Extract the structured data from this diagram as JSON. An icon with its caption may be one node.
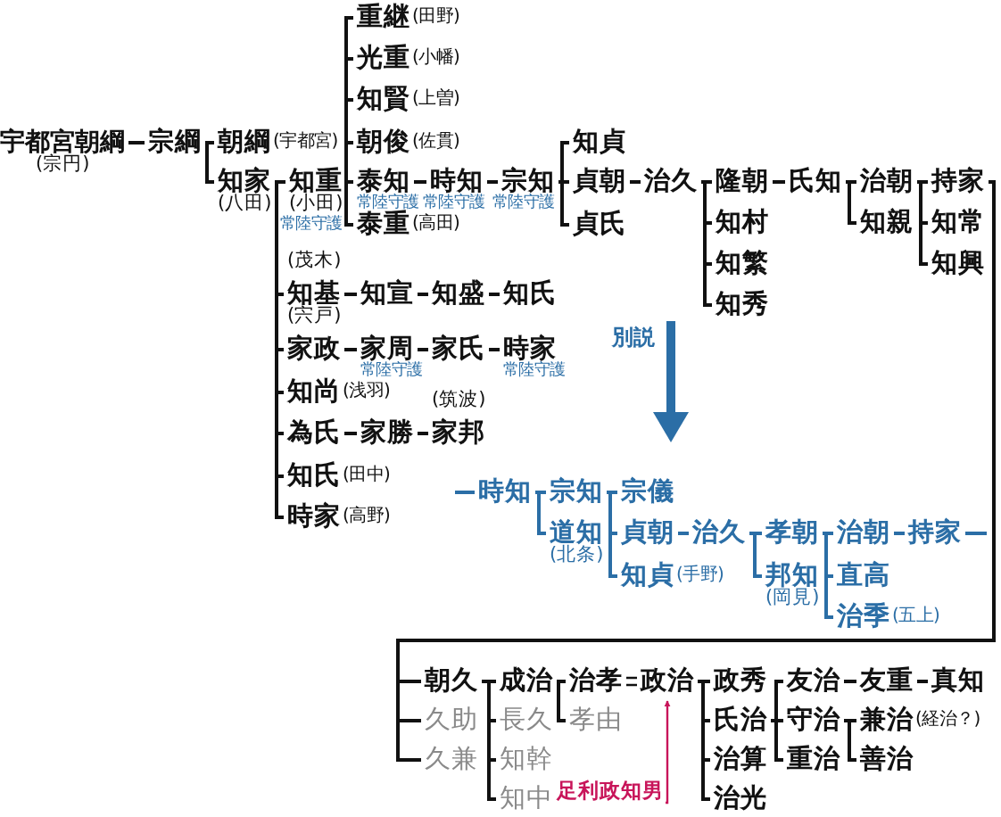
{
  "diagram": {
    "nodes": [
      {
        "text": [
          "宇都宮朝綱"
        ],
        "beside": [
          "(宗円)"
        ]
      },
      {
        "text": [
          "宗綱"
        ]
      },
      {
        "text": [
          "朝綱"
        ],
        "beside": [
          "(宇都宮)"
        ]
      },
      {
        "text": [
          "知家"
        ],
        "beside": [
          "(八田)"
        ]
      },
      {
        "text": [
          "知重"
        ],
        "beside": [
          "(小田)",
          "常陸守護"
        ]
      },
      {
        "text": [
          "重継"
        ],
        "beside": [
          "(田野)"
        ]
      },
      {
        "text": [
          "光重"
        ],
        "beside": [
          "(小幡)"
        ]
      },
      {
        "text": [
          "知賢"
        ],
        "beside": [
          "(上曽)"
        ]
      },
      {
        "text": [
          "朝俊"
        ],
        "beside": [
          "(佐貫)"
        ]
      },
      {
        "text": [
          "泰知"
        ],
        "beside": [
          "常陸守護"
        ]
      },
      {
        "text": [
          "泰重"
        ],
        "beside": [
          "(高田)"
        ]
      },
      {
        "text": [
          "時知"
        ],
        "beside": [
          "常陸守護"
        ]
      },
      {
        "text": [
          "宗知"
        ],
        "beside": [
          "常陸守護"
        ]
      },
      {
        "text": [
          "知貞"
        ]
      },
      {
        "text": [
          "貞朝"
        ]
      },
      {
        "text": [
          "貞氏"
        ]
      },
      {
        "text": [
          "治久"
        ]
      },
      {
        "text": [
          "隆朝"
        ]
      },
      {
        "text": [
          "知村"
        ]
      },
      {
        "text": [
          "知繁"
        ]
      },
      {
        "text": [
          "知秀"
        ]
      },
      {
        "text": [
          "氏知"
        ]
      },
      {
        "text": [
          "治朝"
        ]
      },
      {
        "text": [
          "知親"
        ]
      },
      {
        "text": [
          "持家"
        ]
      },
      {
        "text": [
          "知常"
        ]
      },
      {
        "text": [
          "知興"
        ]
      },
      {
        "text": [
          "知基"
        ],
        "beside": [
          "(茂木)"
        ]
      },
      {
        "text": [
          "知宣"
        ]
      },
      {
        "text": [
          "知盛"
        ]
      },
      {
        "text": [
          "知氏"
        ]
      },
      {
        "text": [
          "家政"
        ],
        "beside": [
          "(宍戸)"
        ]
      },
      {
        "text": [
          "家周"
        ],
        "beside": [
          "常陸守護"
        ]
      },
      {
        "text": [
          "家氏"
        ]
      },
      {
        "text": [
          "時家"
        ],
        "beside": [
          "常陸守護"
        ]
      },
      {
        "text": [
          "知尚"
        ],
        "beside": [
          "(浅羽)"
        ]
      },
      {
        "text": [
          "為氏"
        ]
      },
      {
        "text": [
          "家勝"
        ]
      },
      {
        "text": [
          "家邦"
        ],
        "beside": [
          "(筑波)"
        ]
      },
      {
        "text": [
          "知氏"
        ],
        "beside": [
          "(田中)"
        ]
      },
      {
        "text": [
          "時家"
        ],
        "beside": [
          "(高野)"
        ]
      },
      {
        "text": [
          "時知"
        ]
      },
      {
        "text": [
          "宗知"
        ]
      },
      {
        "text": [
          "道知"
        ],
        "beside": [
          "(北条)"
        ]
      },
      {
        "text": [
          "宗儀"
        ]
      },
      {
        "text": [
          "貞朝"
        ]
      },
      {
        "text": [
          "知貞"
        ],
        "beside": [
          "(手野)"
        ]
      },
      {
        "text": [
          "治久"
        ]
      },
      {
        "text": [
          "孝朝"
        ]
      },
      {
        "text": [
          "邦知"
        ],
        "beside": [
          "(岡見)"
        ]
      },
      {
        "text": [
          "治朝"
        ]
      },
      {
        "text": [
          "直高"
        ]
      },
      {
        "text": [
          "治季"
        ],
        "beside": [
          "(五上)"
        ]
      },
      {
        "text": [
          "持家"
        ]
      },
      {
        "text": [
          "朝久"
        ]
      },
      {
        "text": [
          "久助"
        ]
      },
      {
        "text": [
          "久兼"
        ]
      },
      {
        "text": [
          "成治"
        ]
      },
      {
        "text": [
          "長久"
        ]
      },
      {
        "text": [
          "知幹"
        ]
      },
      {
        "text": [
          "知中"
        ]
      },
      {
        "text": [
          "治孝"
        ]
      },
      {
        "text": [
          "孝由"
        ]
      },
      {
        "text": [
          "政治"
        ]
      },
      {
        "text": [
          "政秀"
        ]
      },
      {
        "text": [
          "氏治"
        ]
      },
      {
        "text": [
          "治算"
        ]
      },
      {
        "text": [
          "治光"
        ]
      },
      {
        "text": [
          "友治"
        ]
      },
      {
        "text": [
          "守治"
        ]
      },
      {
        "text": [
          "重治"
        ]
      },
      {
        "text": [
          "友重"
        ]
      },
      {
        "text": [
          "真知"
        ]
      },
      {
        "text": [
          "兼治"
        ],
        "beside": [
          "(経治？)"
        ]
      },
      {
        "text": [
          "善治"
        ]
      },
      {
        "text": [
          "足利政知男"
        ]
      }
    ],
    "edges": [
      {
        "from": 0,
        "to": 1,
        "arrow": "none"
      },
      {
        "from": 1,
        "to": 2,
        "arrow": "none"
      },
      {
        "from": 1,
        "to": 3,
        "arrow": "none"
      },
      {
        "from": 3,
        "to": 4,
        "arrow": "none"
      },
      {
        "from": 4,
        "to": 5,
        "arrow": "none"
      },
      {
        "from": 4,
        "to": 6,
        "arrow": "none"
      },
      {
        "from": 4,
        "to": 7,
        "arrow": "none"
      },
      {
        "from": 4,
        "to": 8,
        "arrow": "none"
      },
      {
        "from": 4,
        "to": 9,
        "arrow": "none"
      },
      {
        "from": 4,
        "to": 10,
        "arrow": "none"
      },
      {
        "from": 9,
        "to": 11,
        "arrow": "none"
      },
      {
        "from": 11,
        "to": 12,
        "arrow": "none"
      },
      {
        "from": 12,
        "to": 13,
        "arrow": "none"
      },
      {
        "from": 12,
        "to": 14,
        "arrow": "none"
      },
      {
        "from": 12,
        "to": 15,
        "arrow": "none"
      },
      {
        "from": 14,
        "to": 16,
        "arrow": "none"
      },
      {
        "from": 16,
        "to": 17,
        "arrow": "none"
      },
      {
        "from": 16,
        "to": 18,
        "arrow": "none"
      },
      {
        "from": 16,
        "to": 19,
        "arrow": "none"
      },
      {
        "from": 16,
        "to": 20,
        "arrow": "none"
      },
      {
        "from": 17,
        "to": 21,
        "arrow": "none"
      },
      {
        "from": 21,
        "to": 22,
        "arrow": "none"
      },
      {
        "from": 21,
        "to": 23,
        "arrow": "none"
      },
      {
        "from": 22,
        "to": 24,
        "arrow": "none"
      },
      {
        "from": 22,
        "to": 25,
        "arrow": "none"
      },
      {
        "from": 22,
        "to": 26,
        "arrow": "none"
      },
      {
        "from": 3,
        "to": 27,
        "arrow": "none"
      },
      {
        "from": 27,
        "to": 28,
        "arrow": "none"
      },
      {
        "from": 28,
        "to": 29,
        "arrow": "none"
      },
      {
        "from": 29,
        "to": 30,
        "arrow": "none"
      },
      {
        "from": 3,
        "to": 31,
        "arrow": "none"
      },
      {
        "from": 31,
        "to": 32,
        "arrow": "none"
      },
      {
        "from": 32,
        "to": 33,
        "arrow": "none"
      },
      {
        "from": 33,
        "to": 34,
        "arrow": "none"
      },
      {
        "from": 3,
        "to": 35,
        "arrow": "none"
      },
      {
        "from": 3,
        "to": 36,
        "arrow": "none"
      },
      {
        "from": 36,
        "to": 37,
        "arrow": "none"
      },
      {
        "from": 37,
        "to": 38,
        "arrow": "none"
      },
      {
        "from": 3,
        "to": 39,
        "arrow": "none"
      },
      {
        "from": 3,
        "to": 40,
        "arrow": "none"
      },
      {
        "from": null,
        "to": 41,
        "arrow": "none",
        "color": "#2b6ea6"
      },
      {
        "from": 41,
        "to": 42,
        "arrow": "none",
        "color": "#2b6ea6"
      },
      {
        "from": 41,
        "to": 43,
        "arrow": "none",
        "color": "#2b6ea6"
      },
      {
        "from": 42,
        "to": 44,
        "arrow": "none",
        "color": "#2b6ea6"
      },
      {
        "from": 42,
        "to": 45,
        "arrow": "none",
        "color": "#2b6ea6"
      },
      {
        "from": 42,
        "to": 46,
        "arrow": "none",
        "color": "#2b6ea6"
      },
      {
        "from": 45,
        "to": 47,
        "arrow": "none",
        "color": "#2b6ea6"
      },
      {
        "from": 47,
        "to": 48,
        "arrow": "none",
        "color": "#2b6ea6"
      },
      {
        "from": 47,
        "to": 49,
        "arrow": "none",
        "color": "#2b6ea6"
      },
      {
        "from": 48,
        "to": 50,
        "arrow": "none",
        "color": "#2b6ea6"
      },
      {
        "from": 48,
        "to": 51,
        "arrow": "none",
        "color": "#2b6ea6"
      },
      {
        "from": 48,
        "to": 52,
        "arrow": "none",
        "color": "#2b6ea6"
      },
      {
        "from": 50,
        "to": 53,
        "arrow": "none",
        "color": "#2b6ea6"
      },
      {
        "from": 53,
        "to": null,
        "arrow": "none",
        "color": "#2b6ea6"
      },
      {
        "from": 24,
        "to": 54,
        "arrow": "none"
      },
      {
        "from": 24,
        "to": 55,
        "arrow": "none"
      },
      {
        "from": 24,
        "to": 56,
        "arrow": "none"
      },
      {
        "from": 54,
        "to": 57,
        "arrow": "none"
      },
      {
        "from": 54,
        "to": 58,
        "arrow": "none"
      },
      {
        "from": 54,
        "to": 59,
        "arrow": "none"
      },
      {
        "from": 54,
        "to": 60,
        "arrow": "none"
      },
      {
        "from": 57,
        "to": 61,
        "arrow": "none"
      },
      {
        "from": 57,
        "to": 62,
        "arrow": "none"
      },
      {
        "from": 61,
        "to": 63,
        "arrow": "none"
      },
      {
        "from": 63,
        "to": 64,
        "arrow": "none"
      },
      {
        "from": 63,
        "to": 65,
        "arrow": "none"
      },
      {
        "from": 63,
        "to": 66,
        "arrow": "none"
      },
      {
        "from": 63,
        "to": 67,
        "arrow": "none"
      },
      {
        "from": 65,
        "to": 68,
        "arrow": "none"
      },
      {
        "from": 65,
        "to": 69,
        "arrow": "none"
      },
      {
        "from": 65,
        "to": 70,
        "arrow": "none"
      },
      {
        "from": 68,
        "to": 71,
        "arrow": "none"
      },
      {
        "from": 71,
        "to": 72,
        "arrow": "none"
      },
      {
        "from": 69,
        "to": 73,
        "arrow": "none"
      },
      {
        "from": 69,
        "to": 74,
        "arrow": "none"
      },
      {
        "from": 75,
        "to": 63,
        "arrow": "to",
        "color": "#c8155a"
      }
    ],
    "labels": [
      "別説"
    ]
  }
}
